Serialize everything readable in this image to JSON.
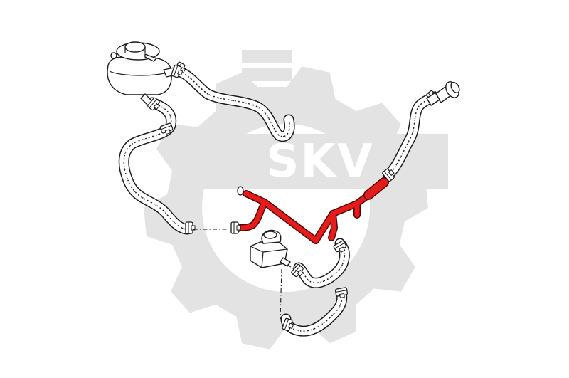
{
  "watermark": {
    "text": "SKV",
    "gear_color": "#e3e3e3",
    "text_color": "#ffffff"
  },
  "colors": {
    "highlight_pipe": "#e31c1c",
    "line": "#1a1a1a",
    "background": "#ffffff"
  },
  "parts": [
    {
      "name": "coolant-expansion-tank"
    },
    {
      "name": "coolant-pipe-highlighted"
    },
    {
      "name": "thermostat-housing-connector"
    },
    {
      "name": "small-reservoir"
    }
  ]
}
